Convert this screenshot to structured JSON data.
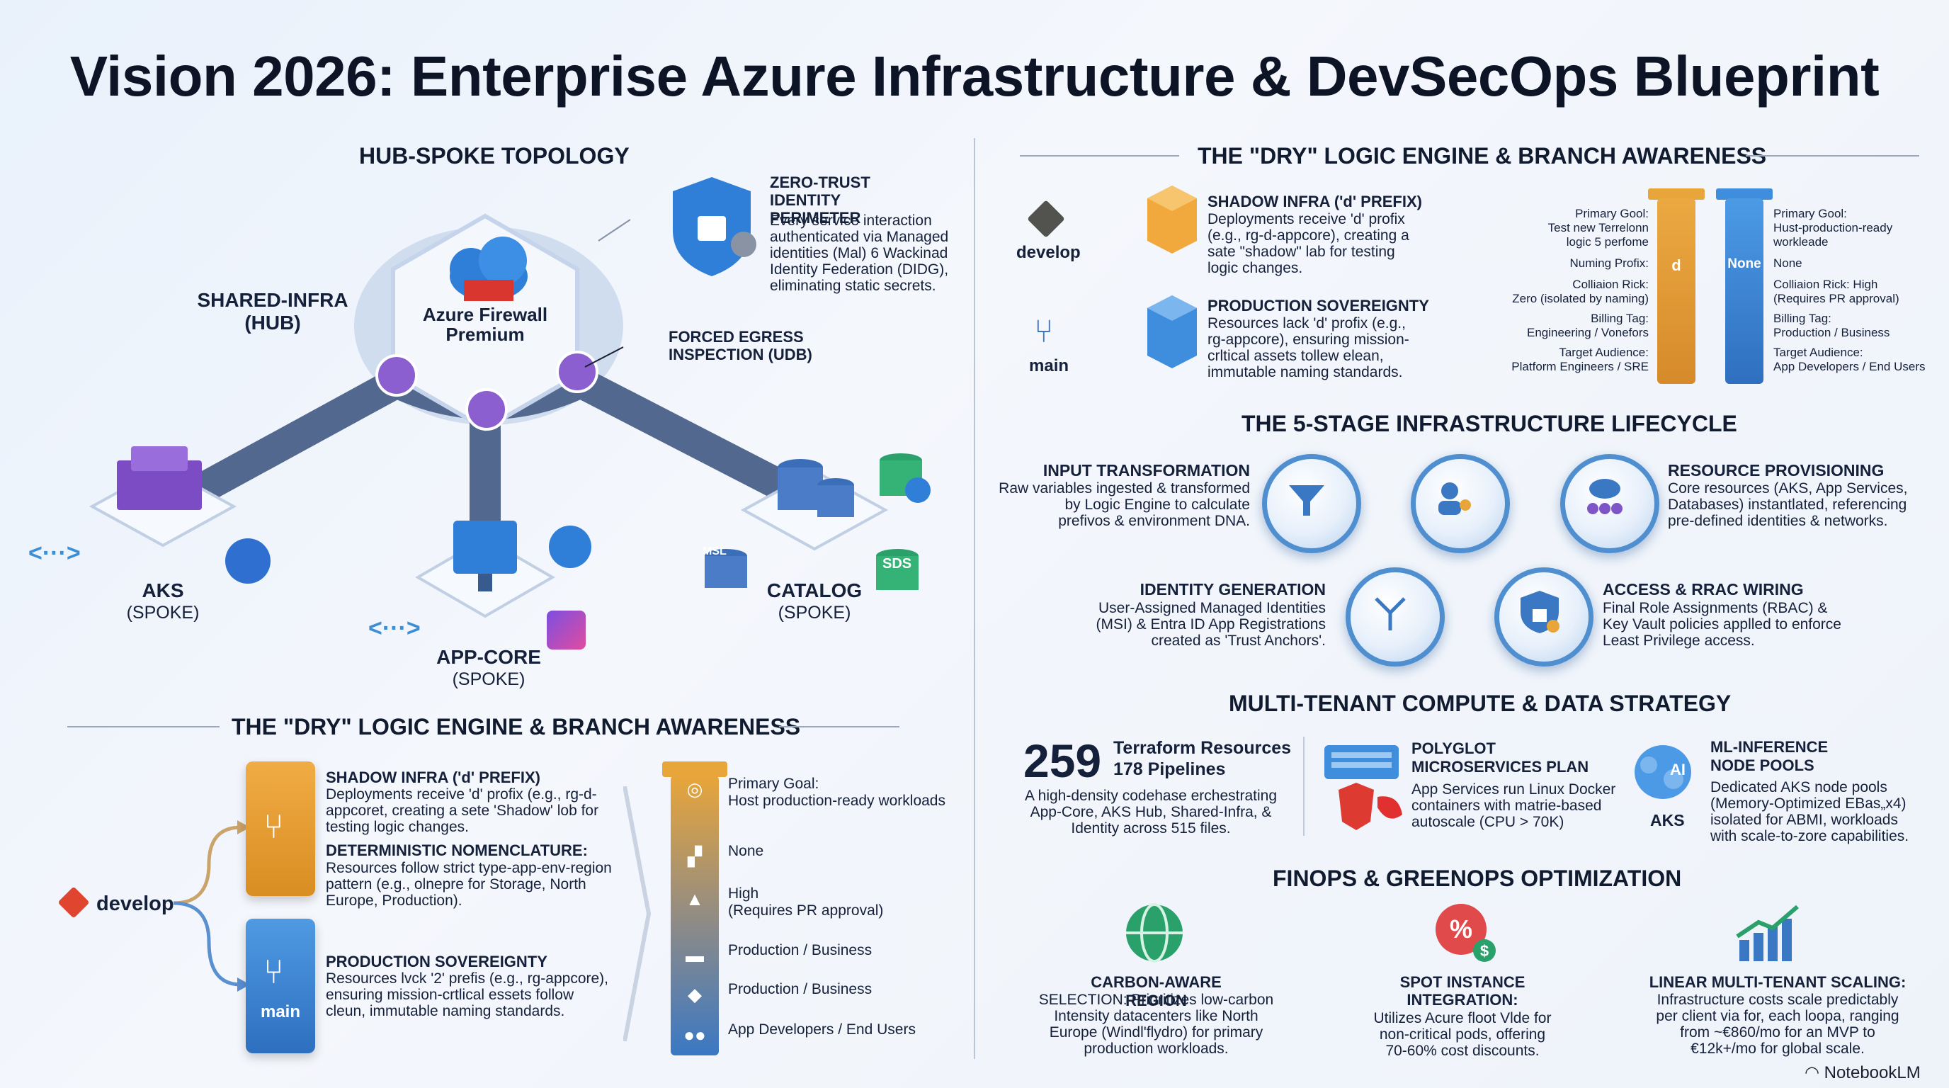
{
  "title": "Vision 2026: Enterprise Azure Infrastructure & DevSecOps Blueprint",
  "topology": {
    "heading": "HUB-SPOKE TOPOLOGY",
    "hub_label": "SHARED-INFRA\n(HUB)",
    "firewall": "Azure Firewall Premium",
    "zero_trust_title": "ZERO-TRUST IDENTITY PERIMETER",
    "zero_trust_text": "Every service interaction authenticated via Managed identities (Mal) 6 Wackinad Identity Federation (DIDG), eliminating static secrets.",
    "egress": "FORCED EGRESS INSPECTION (UDB)",
    "aks": "AKS",
    "aks_sub": "(SPOKE)",
    "catalog": "CATALOG",
    "catalog_sub": "(SPOKE)",
    "appcore": "APP-CORE",
    "appcore_sub": "(SPOKE)",
    "msl": "MSL",
    "sds": "SDS"
  },
  "dry_left": {
    "heading": "THE \"DRY\" LOGIC ENGINE & BRANCH AWARENESS",
    "develop": "develop",
    "main": "main",
    "shadow_title": "SHADOW INFRA ('d' PREFIX)",
    "shadow_text": "Deployments receive 'd' profix (e.g., rg-d-appcoret, creating a sete 'Shadow' lob for testing logic changes.",
    "det_title": "DETERMINISTIC NOMENCLATURE:",
    "det_text": "Resources follow strict type-app-env-region pattern (e.g., olnepre for Storage, North Europe, Production).",
    "prod_title": "PRODUCTION SOVEREIGNTY",
    "prod_text": "Resources lvck '2' prefis (e.g., rg-appcore), ensuring mission-crtlical essets follow cleun, immutable naming standards.",
    "rows": [
      {
        "text": "Primary Goal:\nHost production-ready workloads",
        "icon": "target-icon"
      },
      {
        "text": "None",
        "icon": "terraform-icon"
      },
      {
        "text": "High\n(Requires PR approval)",
        "icon": "warning-icon"
      },
      {
        "text": "Production / Business",
        "icon": "card-icon"
      },
      {
        "text": "Production / Business",
        "icon": "tag-icon"
      },
      {
        "text": "App Developers / End Users",
        "icon": "users-icon"
      }
    ]
  },
  "dry_right": {
    "heading": "THE \"DRY\" LOGIC ENGINE & BRANCH AWARENESS",
    "develop": "develop",
    "main": "main",
    "shadow_title": "SHADOW INFRA ('d' PREFIX)",
    "shadow_text": "Deployments receive 'd' profix (e.g., rg-d-appcore), creating a sate \"shadow\" lab for testing logic changes.",
    "prod_title": "PRODUCTION SOVEREIGNTY",
    "prod_text": "Resources lack 'd' profix (e.g., rg-appcore), ensuring mission-crltical assets tollew elean, immutable naming standards.",
    "left_col": [
      "Primary Gool:\nTest new Terrelonn\nlogic 5 perfome",
      "Numing Profix:",
      "Colliaion Rick:\nZero (isolated by naming)",
      "Billing Tag:\nEngineering / Vonefors",
      "Target Audience:\nPlatform Engineers / SRE"
    ],
    "pillar_d": "d",
    "pillar_none": "None",
    "right_col": [
      "Primary Gool:\nHust-production-ready\nworkleade",
      "None",
      "Colliaion Rick: High\n(Requires PR approval)",
      "Billing Tag:\nProduction / Business",
      "Target Audience:\nApp Developers / End Users"
    ]
  },
  "lifecycle": {
    "heading": "THE 5-STAGE INFRASTRUCTURE LIFECYCLE",
    "input_title": "INPUT TRANSFORMATION",
    "input_text": "Raw variables ingested & transformed\nby Logic Engine to calculate\nprefivos & environment DNA.",
    "res_title": "RESOURCE PROVISIONING",
    "res_text": "Core resources (AKS, App Services,\nDatabases) instantlated, referencing\npre-defined identities & networks.",
    "id_title": "IDENTITY GENERATION",
    "id_text": "User-Assigned Managed Identities\n(MSI) & Entra ID App Registrations\ncreated as 'Trust Anchors'.",
    "access_title": "ACCESS & RRAC WIRING",
    "access_text": "Final Role Assignments (RBAC) &\nKey Vault policies applled to enforce\nLeast Privilege access."
  },
  "compute": {
    "heading": "MULTI-TENANT COMPUTE & DATA STRATEGY",
    "big_number": "259",
    "tf_resources": "Terraform Resources",
    "pipelines": "178 Pipelines",
    "stats_text": "A high-density codehase erchestrating\nApp-Core, AKS Hub, Shared-Infra, &\nIdentity across 515 files.",
    "poly_title": "POLYGLOT\nMICROSERVICES PLAN",
    "poly_text": "App Services run Linux Docker\ncontainers with matrie-based\nautoscale (CPU > 70K)",
    "ml_title": "ML-INFERENCE\nNODE POOLS",
    "ml_text": "Dedicated AKS node pools\n(Memory-Optimized EBas„x4)\nisolated for ABMI, workloads\nwith scale-to-zore capabilities.",
    "aks_label": "AKS",
    "ai_label": "AI"
  },
  "finops": {
    "heading": "FINOPS & GREENOPS OPTIMIZATION",
    "carbon_title": "CARBON-AWARE REGION",
    "carbon_text": "SELECTION: Prioritizes low-carbon\nIntensity datacenters like North\nEurope (Windl'flydro) for primary\nproduction workloads.",
    "spot_title": "SPOT INSTANCE\nINTEGRATION:",
    "spot_text": "Utilizes Acure floot Vlde for\nnon-critical pods, offering\n70-60% cost discounts.",
    "linear_title": "LINEAR MULTI-TENANT SCALING:",
    "linear_text": "Infrastructure costs scale predictably\nper client via for, each loopa, ranging\nfrom ~€860/mo for an MVP to\n€12k+/mo for global scale."
  },
  "brand": "NotebookLM",
  "colors": {
    "orange": "#e8a53a",
    "blue": "#3d8fd6",
    "purple": "#7d55c7",
    "navy": "#2b4a7a"
  }
}
